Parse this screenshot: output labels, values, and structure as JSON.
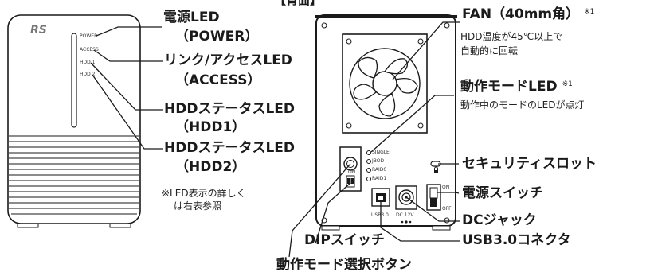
{
  "section_title": "【背面】",
  "front": {
    "logo": "RS",
    "panel_labels": [
      "POWER",
      "ACCESS",
      "HDD 1",
      "HDD 2"
    ],
    "note_line1": "※LED表示の詳しく",
    "note_line2": "は右表参照"
  },
  "callouts_front": [
    {
      "line1": "電源LED",
      "line2": "（POWER）"
    },
    {
      "line1": "リンク/アクセスLED",
      "line2": "（ACCESS）"
    },
    {
      "line1": "HDDステータスLED",
      "line2": "（HDD1）"
    },
    {
      "line1": "HDDステータスLED",
      "line2": "（HDD2）"
    }
  ],
  "rear": {
    "mode_leds": [
      "SINGLE",
      "JBOD",
      "RAID0",
      "RAID1"
    ],
    "switch_on": "ON",
    "switch_off": "OFF",
    "usb_label": "USB3.0",
    "dc_label": "DC 12V",
    "dip_on": "ON"
  },
  "callouts_rear": {
    "fan": "FAN（40mm角）",
    "fan_mark": "※1",
    "fan_note1": "HDD温度が45℃以上で",
    "fan_note2": "自動的に回転",
    "mode_led": "動作モードLED",
    "mode_led_mark": "※1",
    "mode_led_note": "動作中のモードのLEDが点灯",
    "security": "セキュリティスロット",
    "power_switch": "電源スイッチ",
    "dc_jack": "DCジャック",
    "usb_connector": "USB3.0コネクタ",
    "dip_switch": "DIPスイッチ",
    "mode_button": "動作モード選択ボタン"
  },
  "colors": {
    "line": "#1a1a1a",
    "body_fill": "#ffffff",
    "shade": "#dcdcdc"
  }
}
